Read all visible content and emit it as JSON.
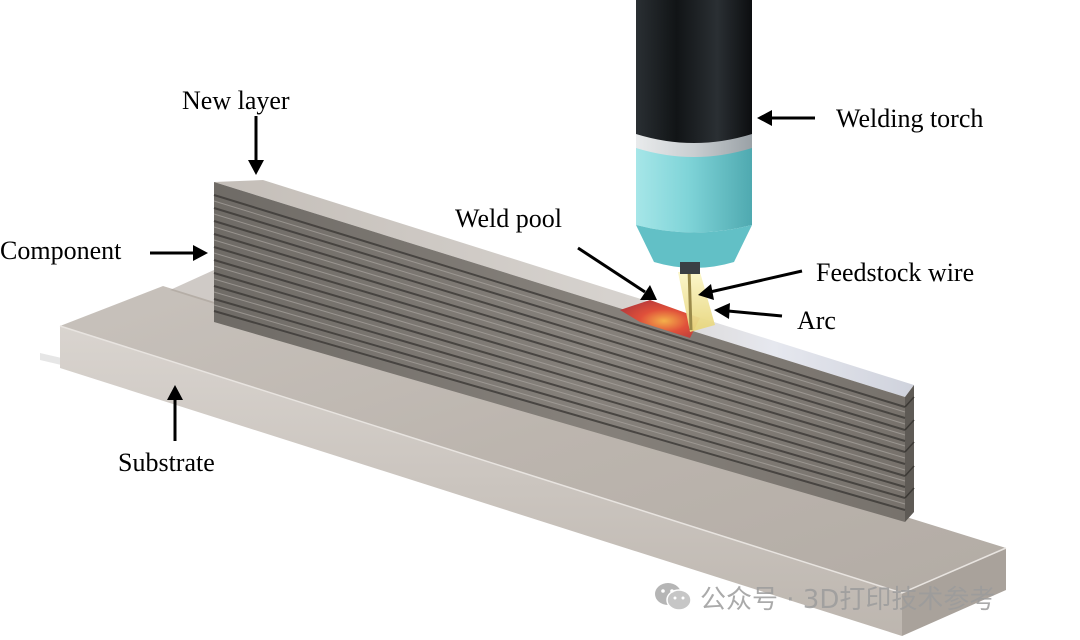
{
  "labels": {
    "new_layer": "New layer",
    "component": "Component",
    "substrate": "Substrate",
    "weld_pool": "Weld pool",
    "welding_torch": "Welding torch",
    "feedstock_wire": "Feedstock wire",
    "arc": "Arc"
  },
  "watermark": {
    "text": "公众号 · 3D打印技术参考",
    "icon": "wechat-icon"
  },
  "colors": {
    "wall": "#7a7670",
    "substrate": "#c9c2bb",
    "torch_body": "#1f2326",
    "nozzle": "#7fd4d8",
    "weld_pool": "#e0503a",
    "arc": "#f2e79a"
  }
}
